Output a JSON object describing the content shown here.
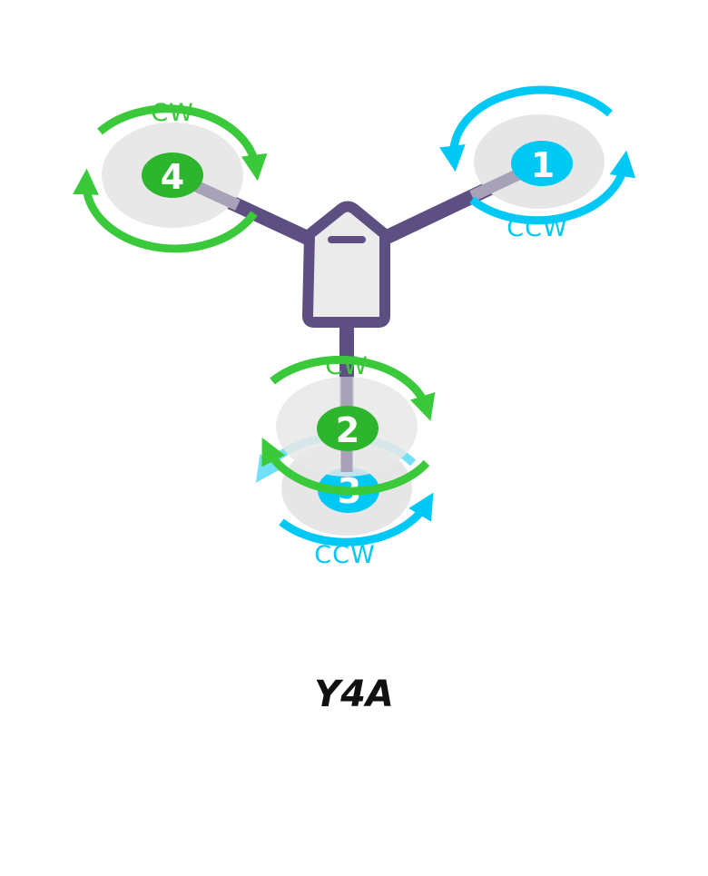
{
  "frame_name": "Y4A",
  "colors": {
    "cw": "#3ac93a",
    "ccw": "#00c8f5",
    "frame": "#5e4f82",
    "prop_disc": "#e8e8e8",
    "body_fill": "#ebebeb"
  },
  "motors": [
    {
      "number": "1",
      "direction": "CCW"
    },
    {
      "number": "2",
      "direction": "CW"
    },
    {
      "number": "3",
      "direction": "CCW"
    },
    {
      "number": "4",
      "direction": "CW"
    }
  ]
}
